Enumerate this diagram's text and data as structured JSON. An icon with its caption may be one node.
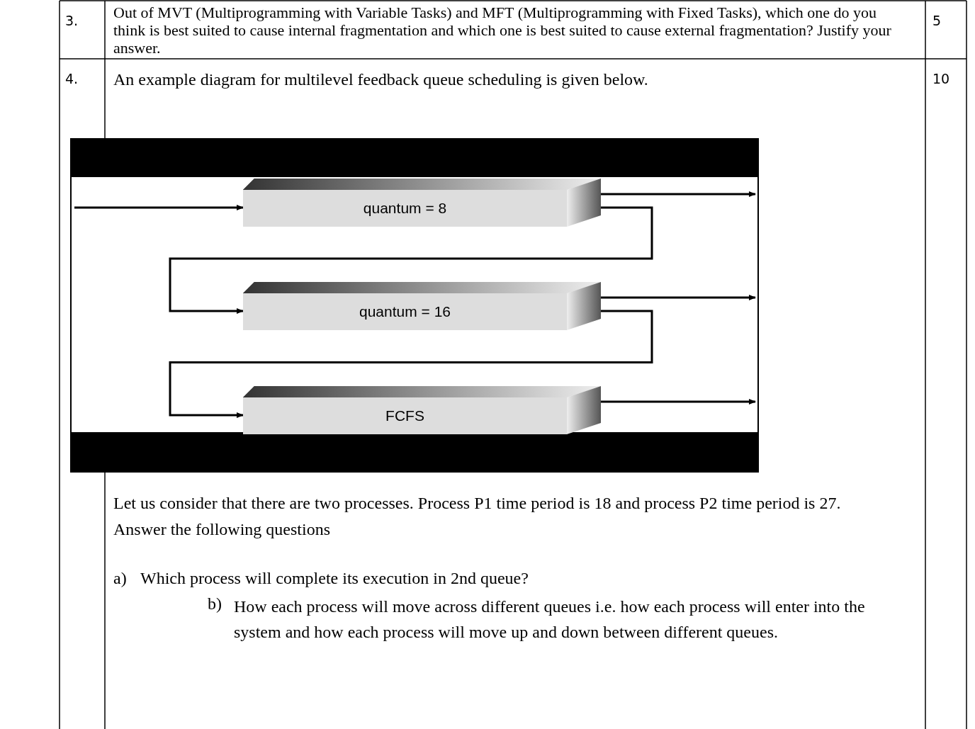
{
  "diagram": {
    "nodes": [
      {
        "text": [
          "quantum = 8"
        ]
      },
      {
        "text": [
          "quantum = 16"
        ]
      },
      {
        "text": [
          "FCFS"
        ]
      }
    ],
    "edges": [
      {
        "from": null,
        "to": 0,
        "arrow": "to"
      },
      {
        "from": 0,
        "to": null,
        "arrow": "to"
      },
      {
        "from": 0,
        "to": 1,
        "arrow": "to"
      },
      {
        "from": 1,
        "to": null,
        "arrow": "to"
      },
      {
        "from": 1,
        "to": 2,
        "arrow": "to"
      },
      {
        "from": 2,
        "to": null,
        "arrow": "to"
      }
    ],
    "labels": [
      "3.",
      "Out of MVT (Multiprogramming with Variable Tasks) and MFT (Multiprogramming with Fixed Tasks), which one do you think is best suited to cause internal fragmentation and which one is best suited to cause external fragmentation? Justify your answer.",
      "5",
      "4.",
      "An example diagram for multilevel feedback queue scheduling is given below.",
      "10",
      "Let us consider that there are two processes. Process P1 time period is 18 and process P2 time period is 27. Answer the following questions",
      "a)",
      "Which process will complete its execution in 2nd queue?",
      "b)",
      "How each process will move across different queues i.e. how each process will enter into the system and how each process will move up and down between different queues."
    ]
  }
}
